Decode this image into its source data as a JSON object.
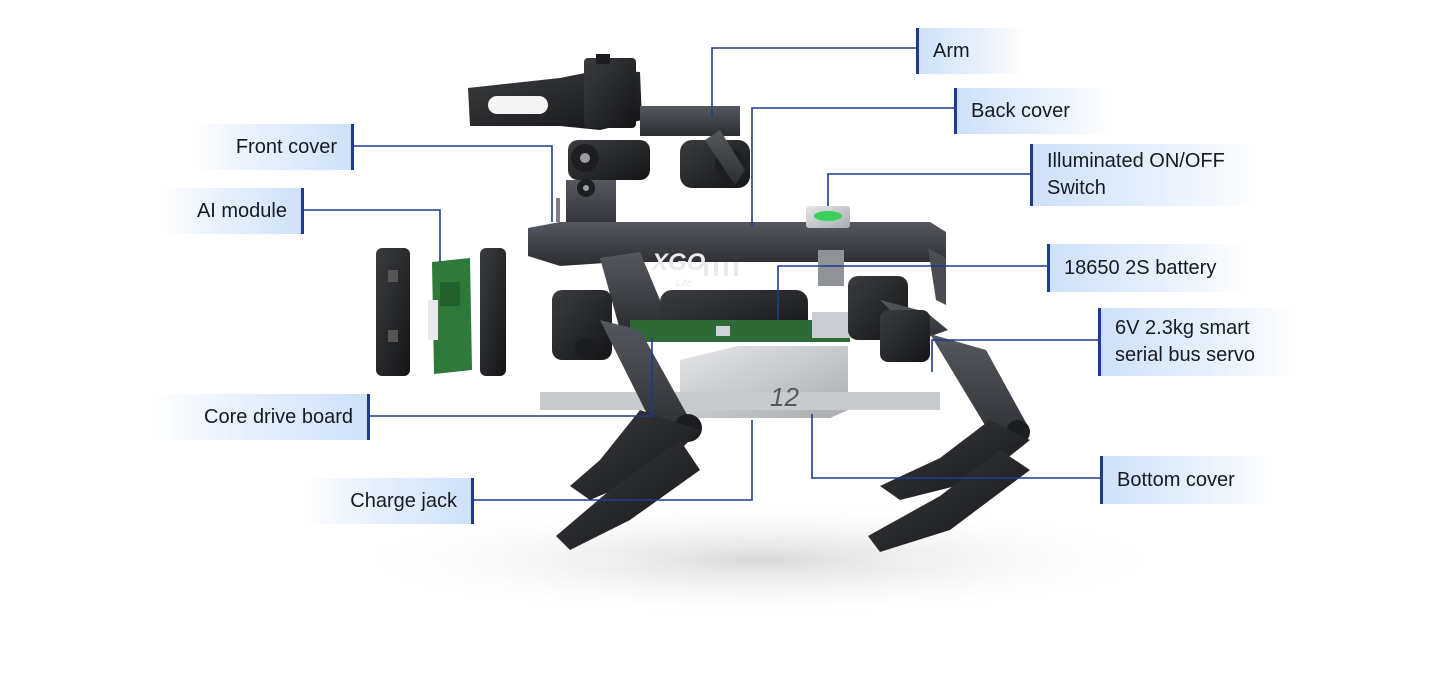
{
  "callouts": {
    "arm": "Arm",
    "back_cover": "Back cover",
    "switch_line1": "Illuminated ON/OFF",
    "switch_line2": "Switch",
    "battery": "18650 2S battery",
    "servo_line1": "6V 2.3kg smart",
    "servo_line2": "serial bus servo",
    "bottom_cover": "Bottom cover",
    "front_cover": "Front cover",
    "ai_module": "AI module",
    "core_drive_board": "Core drive board",
    "charge_jack": "Charge jack"
  },
  "robot": {
    "logo": "XGO",
    "logo_sub": "Lite",
    "bottom_mark": "12"
  },
  "colors": {
    "leader_line": "#1f3a8f",
    "label_border": "#1f3a8f",
    "label_fill": "#cfe1f8",
    "frame_dark": "#3a3d42",
    "frame_silver": "#b9bcc0",
    "servo_black": "#26282b",
    "pcb_green": "#2f7a3a",
    "switch_green": "#39d15a"
  }
}
